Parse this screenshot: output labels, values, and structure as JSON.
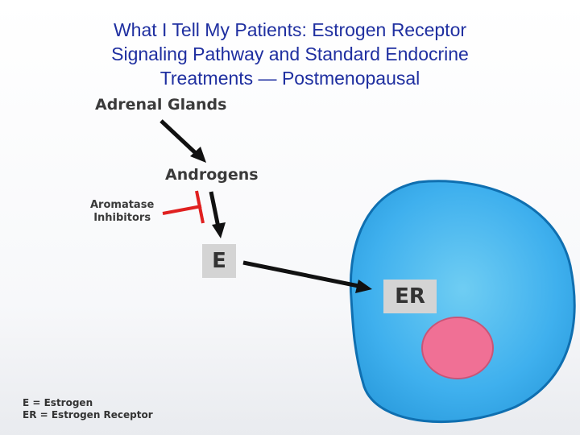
{
  "title_lines": [
    "What I Tell My Patients: Estrogen Receptor",
    "Signaling Pathway and Standard Endocrine",
    "Treatments — Postmenopausal"
  ],
  "nodes": {
    "adrenal_glands": "Adrenal Glands",
    "androgens": "Androgens",
    "aromatase_inhibitors": [
      "Aromatase",
      "Inhibitors"
    ],
    "estrogen": "E",
    "estrogen_receptor": "ER"
  },
  "legend": [
    "E = Estrogen",
    "ER = Estrogen Receptor"
  ],
  "colors": {
    "title": "#1f2fa0",
    "cell": "#3fb0ee",
    "nucleus": "#f07095",
    "inhibitor": "#e02020",
    "box": "#d4d4d4"
  }
}
